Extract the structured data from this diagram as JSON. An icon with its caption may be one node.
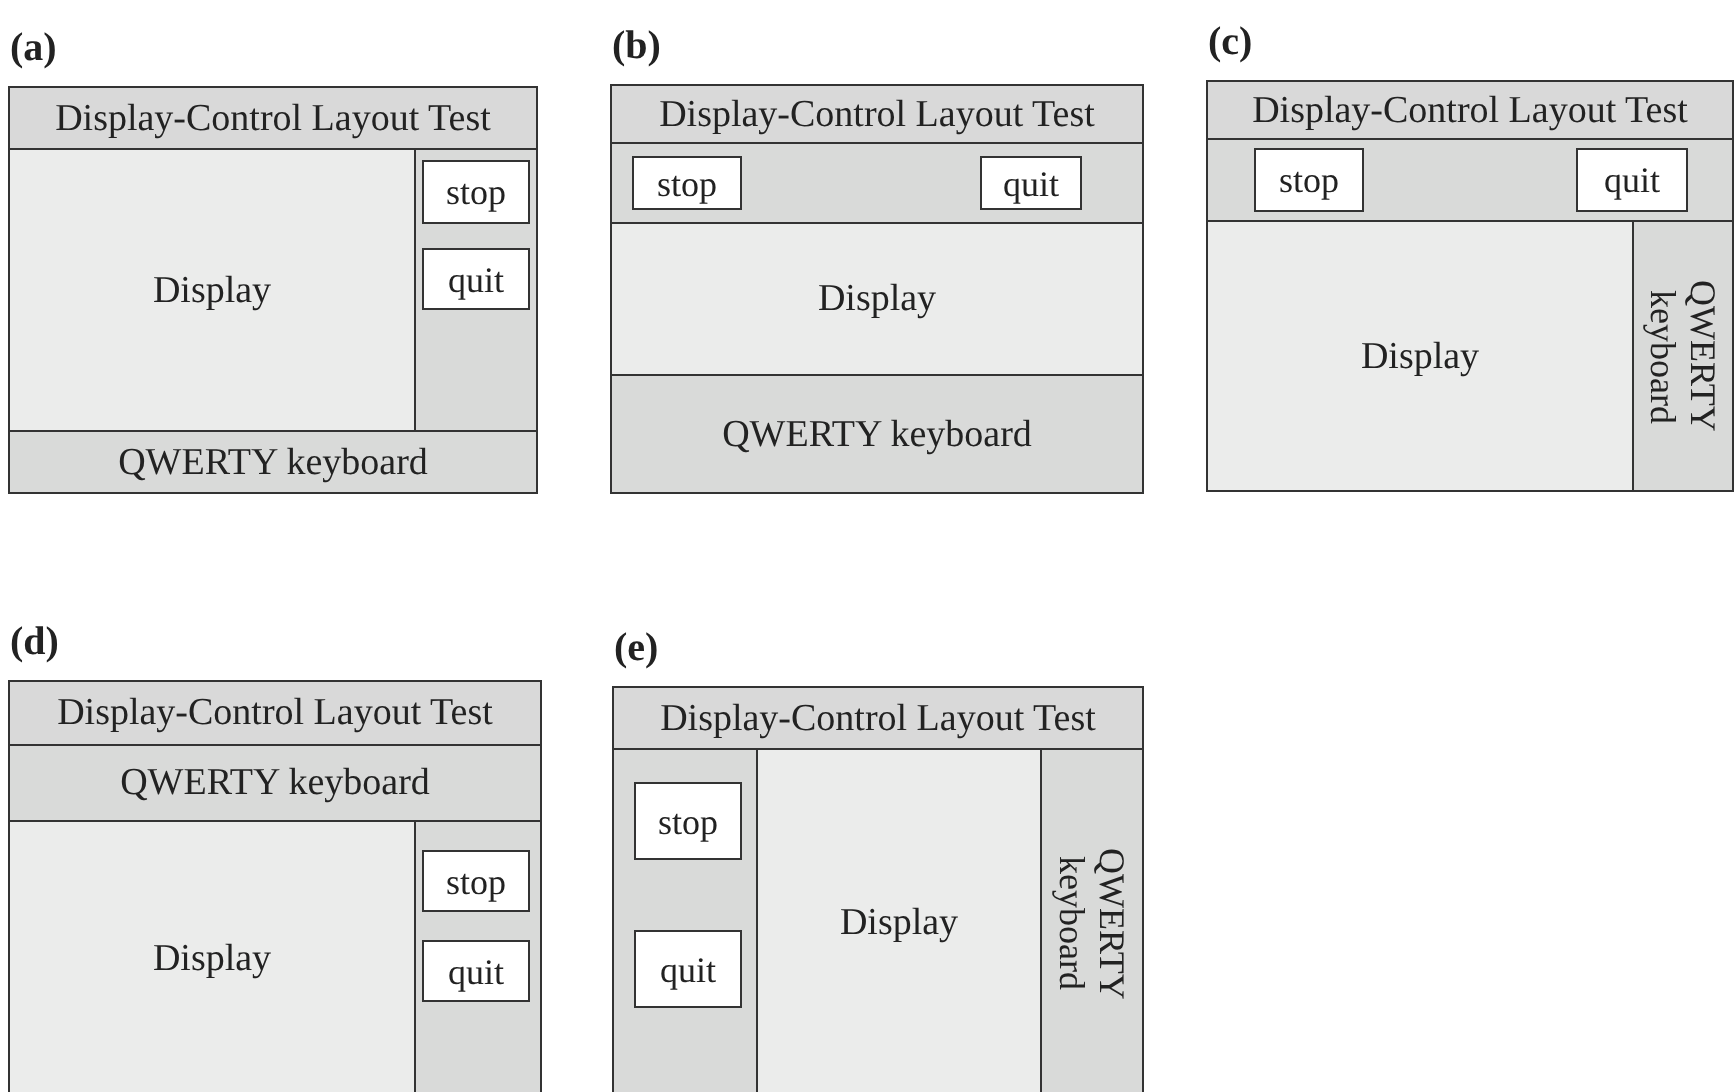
{
  "diagram": {
    "nodes": [
      {
        "text": [
          "Display-Control Layout Test"
        ],
        "beside": [
          "(a)"
        ]
      },
      {
        "text": [
          "Display"
        ],
        "in": 0
      },
      {
        "text": [],
        "shape": "box",
        "in": 0
      },
      {
        "text": [
          "stop"
        ],
        "in": 2
      },
      {
        "text": [
          "quit"
        ],
        "in": 2
      },
      {
        "text": [
          "QWERTY keyboard"
        ],
        "in": 0
      },
      {
        "text": [
          "Display-Control Layout Test"
        ],
        "beside": [
          "(b)"
        ]
      },
      {
        "text": [],
        "shape": "box",
        "in": 6
      },
      {
        "text": [
          "stop"
        ],
        "in": 7
      },
      {
        "text": [
          "quit"
        ],
        "in": 7
      },
      {
        "text": [
          "Display"
        ],
        "in": 6
      },
      {
        "text": [
          "QWERTY keyboard"
        ],
        "in": 6
      },
      {
        "text": [
          "Display-Control Layout Test"
        ],
        "beside": [
          "(c)"
        ]
      },
      {
        "text": [],
        "shape": "box",
        "in": 12
      },
      {
        "text": [
          "stop"
        ],
        "in": 13
      },
      {
        "text": [
          "quit"
        ],
        "in": 13
      },
      {
        "text": [
          "Display"
        ],
        "in": 12
      },
      {
        "text": [
          "QWERTY keyboard"
        ],
        "in": 12
      },
      {
        "text": [
          "Display-Control Layout Test"
        ],
        "beside": [
          "(d)"
        ]
      },
      {
        "text": [
          "QWERTY keyboard"
        ],
        "in": 18
      },
      {
        "text": [
          "Display"
        ],
        "in": 18
      },
      {
        "text": [],
        "shape": "box",
        "in": 18
      },
      {
        "text": [
          "stop"
        ],
        "in": 21
      },
      {
        "text": [
          "quit"
        ],
        "in": 21
      },
      {
        "text": [
          "Display-Control Layout Test"
        ],
        "beside": [
          "(e)"
        ]
      },
      {
        "text": [],
        "shape": "box",
        "in": 24
      },
      {
        "text": [
          "stop"
        ],
        "in": 25
      },
      {
        "text": [
          "quit"
        ],
        "in": 25
      },
      {
        "text": [
          "Display"
        ],
        "in": 24
      },
      {
        "text": [
          "QWERTY keyboard"
        ],
        "in": 24
      }
    ],
    "edges": []
  }
}
